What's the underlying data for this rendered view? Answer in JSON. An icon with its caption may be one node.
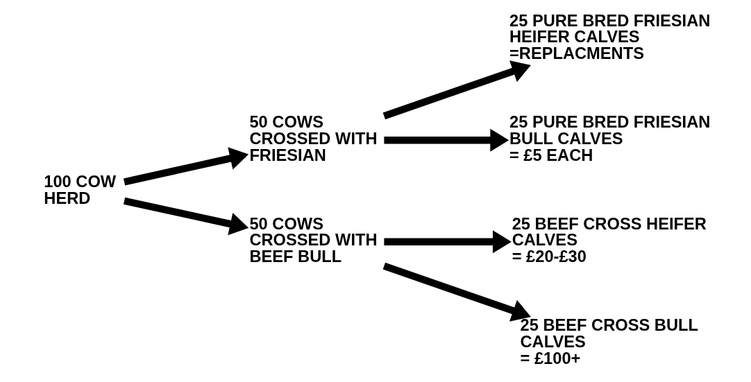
{
  "diagram": {
    "nodes": [
      {
        "text": [
          "100 COW HERD"
        ]
      },
      {
        "text": [
          "50 COWS CROSSED WITH FRIESIAN"
        ]
      },
      {
        "text": [
          "50 COWS CROSSED WITH BEEF BULL"
        ]
      },
      {
        "text": [
          "25 PURE BRED FRIESIAN HEIFER CALVES",
          "=REPLACMENTS"
        ]
      },
      {
        "text": [
          "25 PURE BRED FRIESIAN BULL CALVES",
          "= £5 EACH"
        ]
      },
      {
        "text": [
          "25 BEEF CROSS HEIFER CALVES",
          "= £20-£30"
        ]
      },
      {
        "text": [
          "25 BEEF CROSS BULL CALVES",
          "= £100+"
        ]
      }
    ],
    "edges": [
      {
        "from": 0,
        "to": 1,
        "arrow": "to"
      },
      {
        "from": 0,
        "to": 2,
        "arrow": "to"
      },
      {
        "from": 1,
        "to": 3,
        "arrow": "to"
      },
      {
        "from": 1,
        "to": 4,
        "arrow": "to"
      },
      {
        "from": 2,
        "to": 5,
        "arrow": "to"
      },
      {
        "from": 2,
        "to": 6,
        "arrow": "to"
      }
    ]
  }
}
